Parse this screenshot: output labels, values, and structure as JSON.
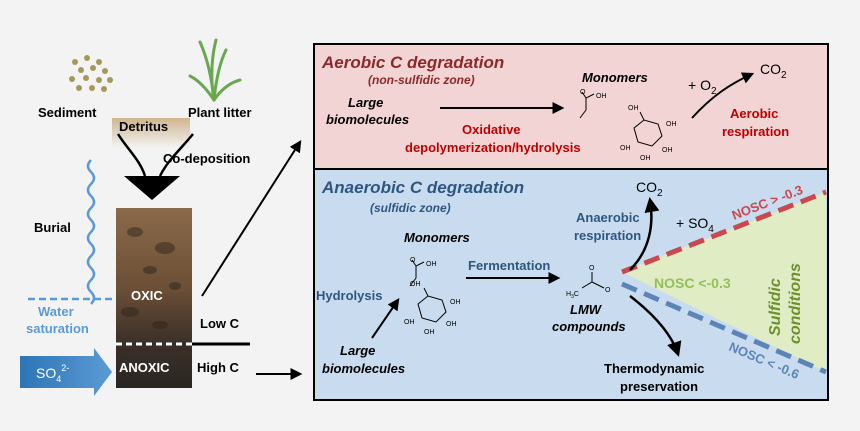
{
  "left": {
    "sediment": "Sediment",
    "plant_litter": "Plant litter",
    "detritus": "Detritus",
    "co_deposition": "Co-deposition",
    "burial": "Burial",
    "water_saturation_1": "Water",
    "water_saturation_2": "saturation",
    "oxic": "OXIC",
    "anoxic": "ANOXIC",
    "sulfate": "SO",
    "sulfate_sub": "4",
    "sulfate_sup": "2-",
    "low_c": "Low C",
    "high_c": "High C"
  },
  "aerobic": {
    "title": "Aerobic C degradation",
    "subtitle": "(non-sulfidic zone)",
    "large_bio_1": "Large",
    "large_bio_2": "biomolecules",
    "monomers": "Monomers",
    "process_1": "Oxidative",
    "process_2": "depolymerization/hydrolysis",
    "o2_prefix": "+ O",
    "o2_sub": "2",
    "co2": "CO",
    "co2_sub": "2",
    "resp_1": "Aerobic",
    "resp_2": "respiration"
  },
  "anaerobic": {
    "title": "Anaerobic C degradation",
    "subtitle": "(sulfidic zone)",
    "monomers": "Monomers",
    "hydrolysis": "Hydrolysis",
    "fermentation": "Fermentation",
    "large_bio_1": "Large",
    "large_bio_2": "biomolecules",
    "lmw_1": "LMW",
    "lmw_2": "compounds",
    "co2": "CO",
    "co2_sub": "2",
    "so4_prefix": "+ SO",
    "so4_sub": "4",
    "resp_1": "Anaerobic",
    "resp_2": "respiration",
    "thermo_1": "Thermodynamic",
    "thermo_2": "preservation",
    "nosc_high": "NOSC > -0.3",
    "nosc_mid": "NOSC <-0.3",
    "nosc_low": "NOSC < -0.6",
    "sulfidic_1": "Sulfidic",
    "sulfidic_2": "conditions"
  },
  "chem": {
    "oh": "OH",
    "o": "O",
    "h3c": "H",
    "h3c_sub": "3",
    "h3c_c": "C"
  },
  "colors": {
    "aerobic_bg": "#f2d4d4",
    "aerobic_title": "#8b2a2a",
    "anaerobic_bg": "#c9dcef",
    "anaerobic_title": "#2f5680",
    "sulfidic_bg": "#dfecc4",
    "sulfidic_text": "#6f8f2f",
    "nosc_red": "#c9494f",
    "nosc_blue": "#5b84b8",
    "water_blue": "#5b9bd5"
  }
}
